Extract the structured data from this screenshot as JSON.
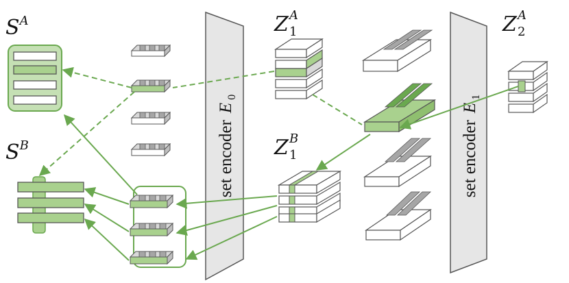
{
  "labels": {
    "sa": {
      "base": "S",
      "sup": "A"
    },
    "sb": {
      "base": "S",
      "sup": "B"
    },
    "z1a": {
      "base": "Z",
      "sub": "1",
      "sup": "A"
    },
    "z1b": {
      "base": "Z",
      "sub": "1",
      "sup": "B"
    },
    "z2a": {
      "base": "Z",
      "sub": "2",
      "sup": "A"
    }
  },
  "encoders": [
    {
      "text": "set encoder",
      "symbol": "E",
      "sub": "0"
    },
    {
      "text": "set encoder",
      "symbol": "E",
      "sub": "1"
    }
  ],
  "colors": {
    "green": "#6aa84f",
    "green_fill": "#a9d18e",
    "green_light": "#c5e0b4",
    "gray_top": "#d9d9d9",
    "gray_mid": "#a6a6a6",
    "encoder_fill": "#e6e6e6",
    "stroke": "#555555"
  }
}
